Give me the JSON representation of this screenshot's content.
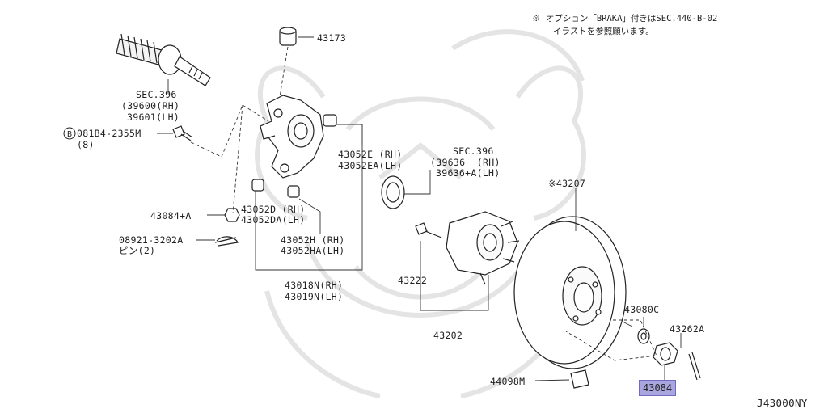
{
  "note": {
    "line1": "※ オプション「BRAKA」付きはSEC.440-B-02",
    "line2": "イラストを参照願います。"
  },
  "diagram_code": "J43000NY",
  "colors": {
    "highlight": "#a9a6df",
    "ink": "#222222",
    "watermark": "#e6e6e6"
  },
  "labels": {
    "p43173": "43173",
    "sec396_a": "SEC.396",
    "sec396_a_rh": "(39600(RH)",
    "sec396_a_lh": "39601(LH)",
    "bolt_num": "081B4-2355M",
    "bolt_qty": "(8)",
    "p43052e": "43052E (RH)",
    "p43052ea": "43052EA(LH)",
    "sec396_b": "SEC.396",
    "sec396_b_rh": "(39636  (RH)",
    "sec396_b_lh": "39636+A(LH)",
    "p43207": "※43207",
    "p43084a": "43084+A",
    "p43052d": "43052D (RH)",
    "p43052da": "43052DA(LH)",
    "pin_num": "08921-3202A",
    "pin_qty": "ピン(2)",
    "p43052h": "43052H (RH)",
    "p43052ha": "43052HA(LH)",
    "p43222": "43222",
    "p43018n": "43018N(RH)",
    "p43019n": "43019N(LH)",
    "p43080c": "43080C",
    "p43202": "43202",
    "p43262a": "43262A",
    "p44098m": "44098M",
    "p43084": "43084"
  }
}
